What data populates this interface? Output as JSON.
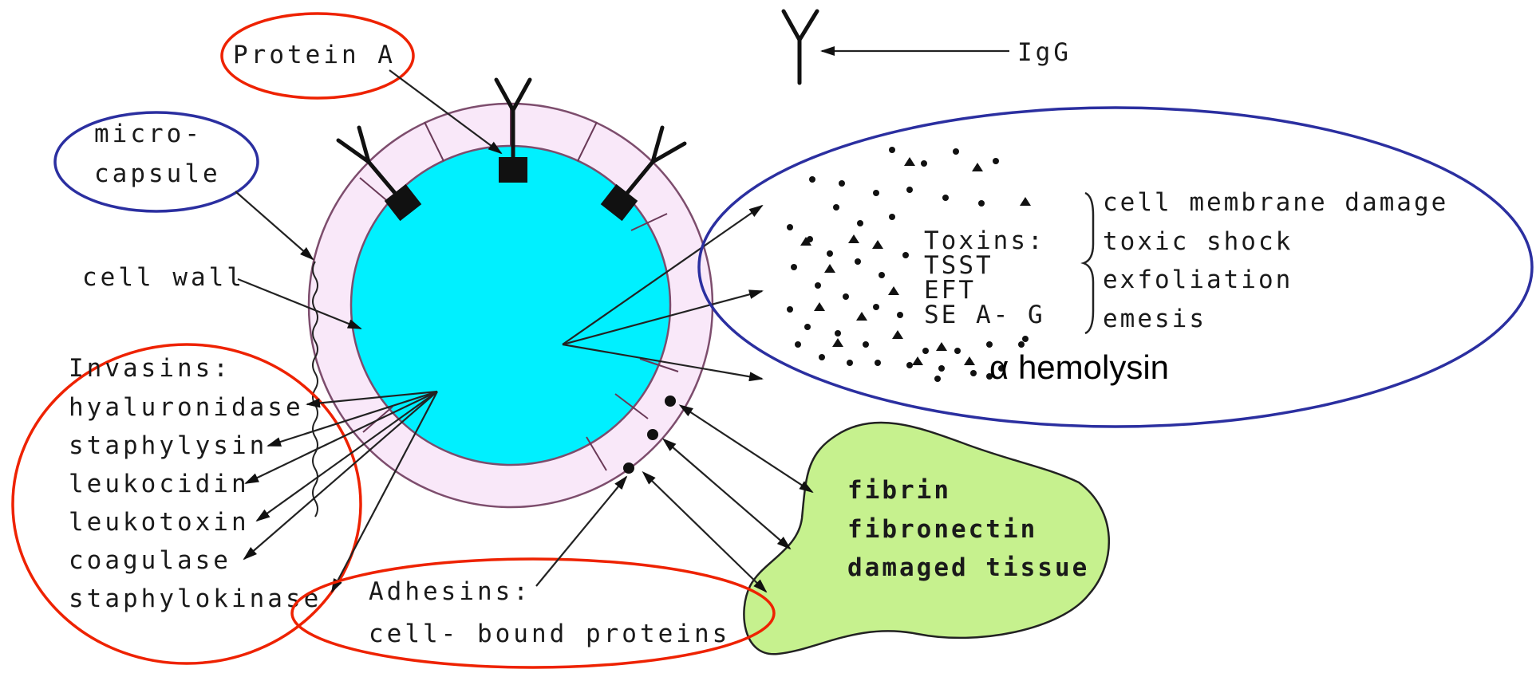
{
  "labels": {
    "protein_a": "Protein A",
    "igg": "IgG",
    "microcapsule_line1": "micro-",
    "microcapsule_line2": "capsule",
    "cell_wall": "cell wall",
    "invasins_title": "Invasins:",
    "invasins": [
      "hyaluronidase",
      "staphylysin",
      "leukocidin",
      "leukotoxin",
      "coagulase",
      "staphylokinase"
    ],
    "toxins_title": "Toxins:",
    "toxins": [
      "TSST",
      "EFT",
      "SE A- G"
    ],
    "effects": [
      "cell membrane damage",
      "toxic shock",
      "exfoliation",
      "emesis"
    ],
    "alpha_hemolysin": "α hemolysin",
    "adhesins_line1": "Adhesins:",
    "adhesins_line2": "cell- bound proteins",
    "tissue": [
      "fibrin",
      "fibronectin",
      "damaged tissue"
    ]
  },
  "colors": {
    "cytoplasm": "#00f0ff",
    "cell_wall": "#f9e8f9",
    "tissue": "#c6f18e",
    "red_highlight": "#ee2200",
    "blue_highlight": "#2b2fa0"
  }
}
